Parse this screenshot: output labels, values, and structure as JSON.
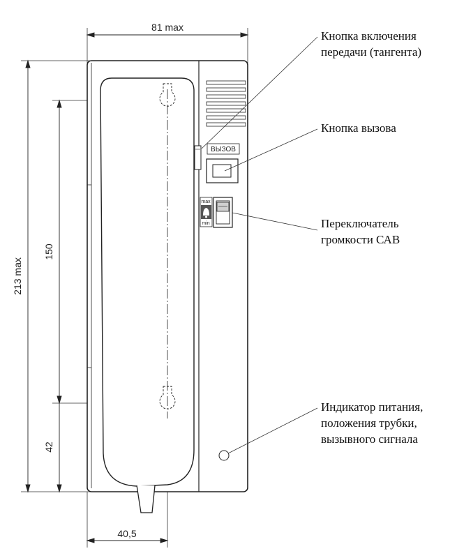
{
  "dimensions": {
    "width_max": "81 max",
    "height_max": "213 max",
    "hole_spacing": "150",
    "bottom_offset": "42",
    "handset_center": "40,5"
  },
  "labels": {
    "call_button": "ВЫЗОВ",
    "volume_max": "max",
    "volume_min": "min"
  },
  "callouts": {
    "ptt_line1": "Кнопка включения",
    "ptt_line2": "передачи (тангента)",
    "call_line1": "Кнопка вызова",
    "volume_line1": "Переключатель",
    "volume_line2": "громкости САВ",
    "indicator_line1": "Индикатор питания,",
    "indicator_line2": "положения трубки,",
    "indicator_line3": "вызывного сигнала"
  },
  "colors": {
    "line": "#222222",
    "body_fill": "#ffffff",
    "switch_fill": "#d0d0d0"
  }
}
